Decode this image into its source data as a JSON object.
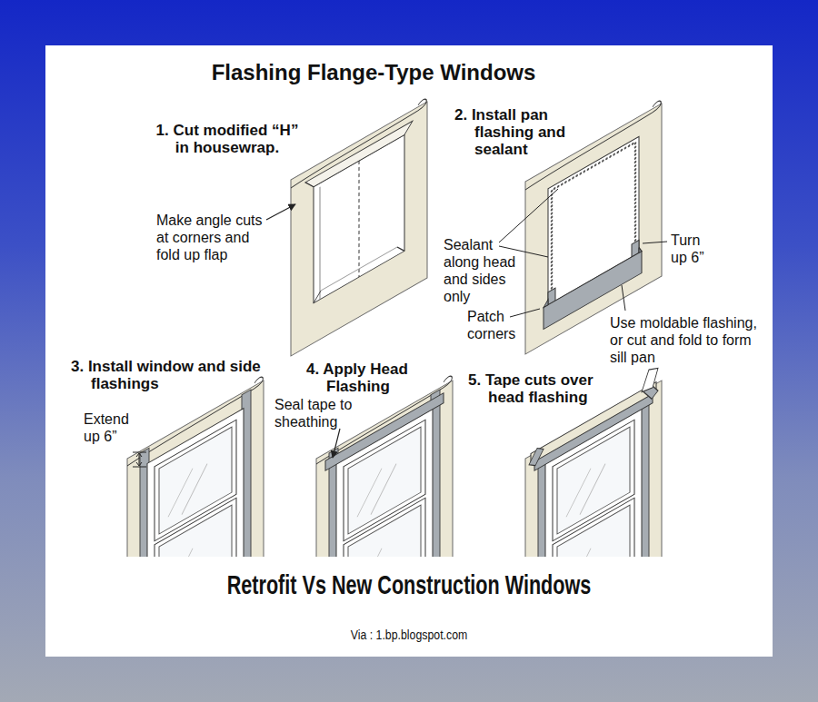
{
  "diagram": {
    "title": "Flashing Flange-Type Windows",
    "caption": "Retrofit Vs New Construction Windows",
    "labels": [
      "1. Cut modified “H” in housewrap.",
      "Make angle cuts at corners and fold up flap",
      "2. Install pan flashing and sealant",
      "Sealant along head and sides only",
      "Turn up 6”",
      "Patch corners",
      "Use moldable flashing, or cut and fold to form sill pan",
      "3. Install window and side flashings",
      "Extend up 6”",
      "4. Apply Head Flashing",
      "Seal tape to sheathing",
      "5. Tape cuts over head flashing",
      "Via : 1.bp.blogspot.com"
    ]
  }
}
